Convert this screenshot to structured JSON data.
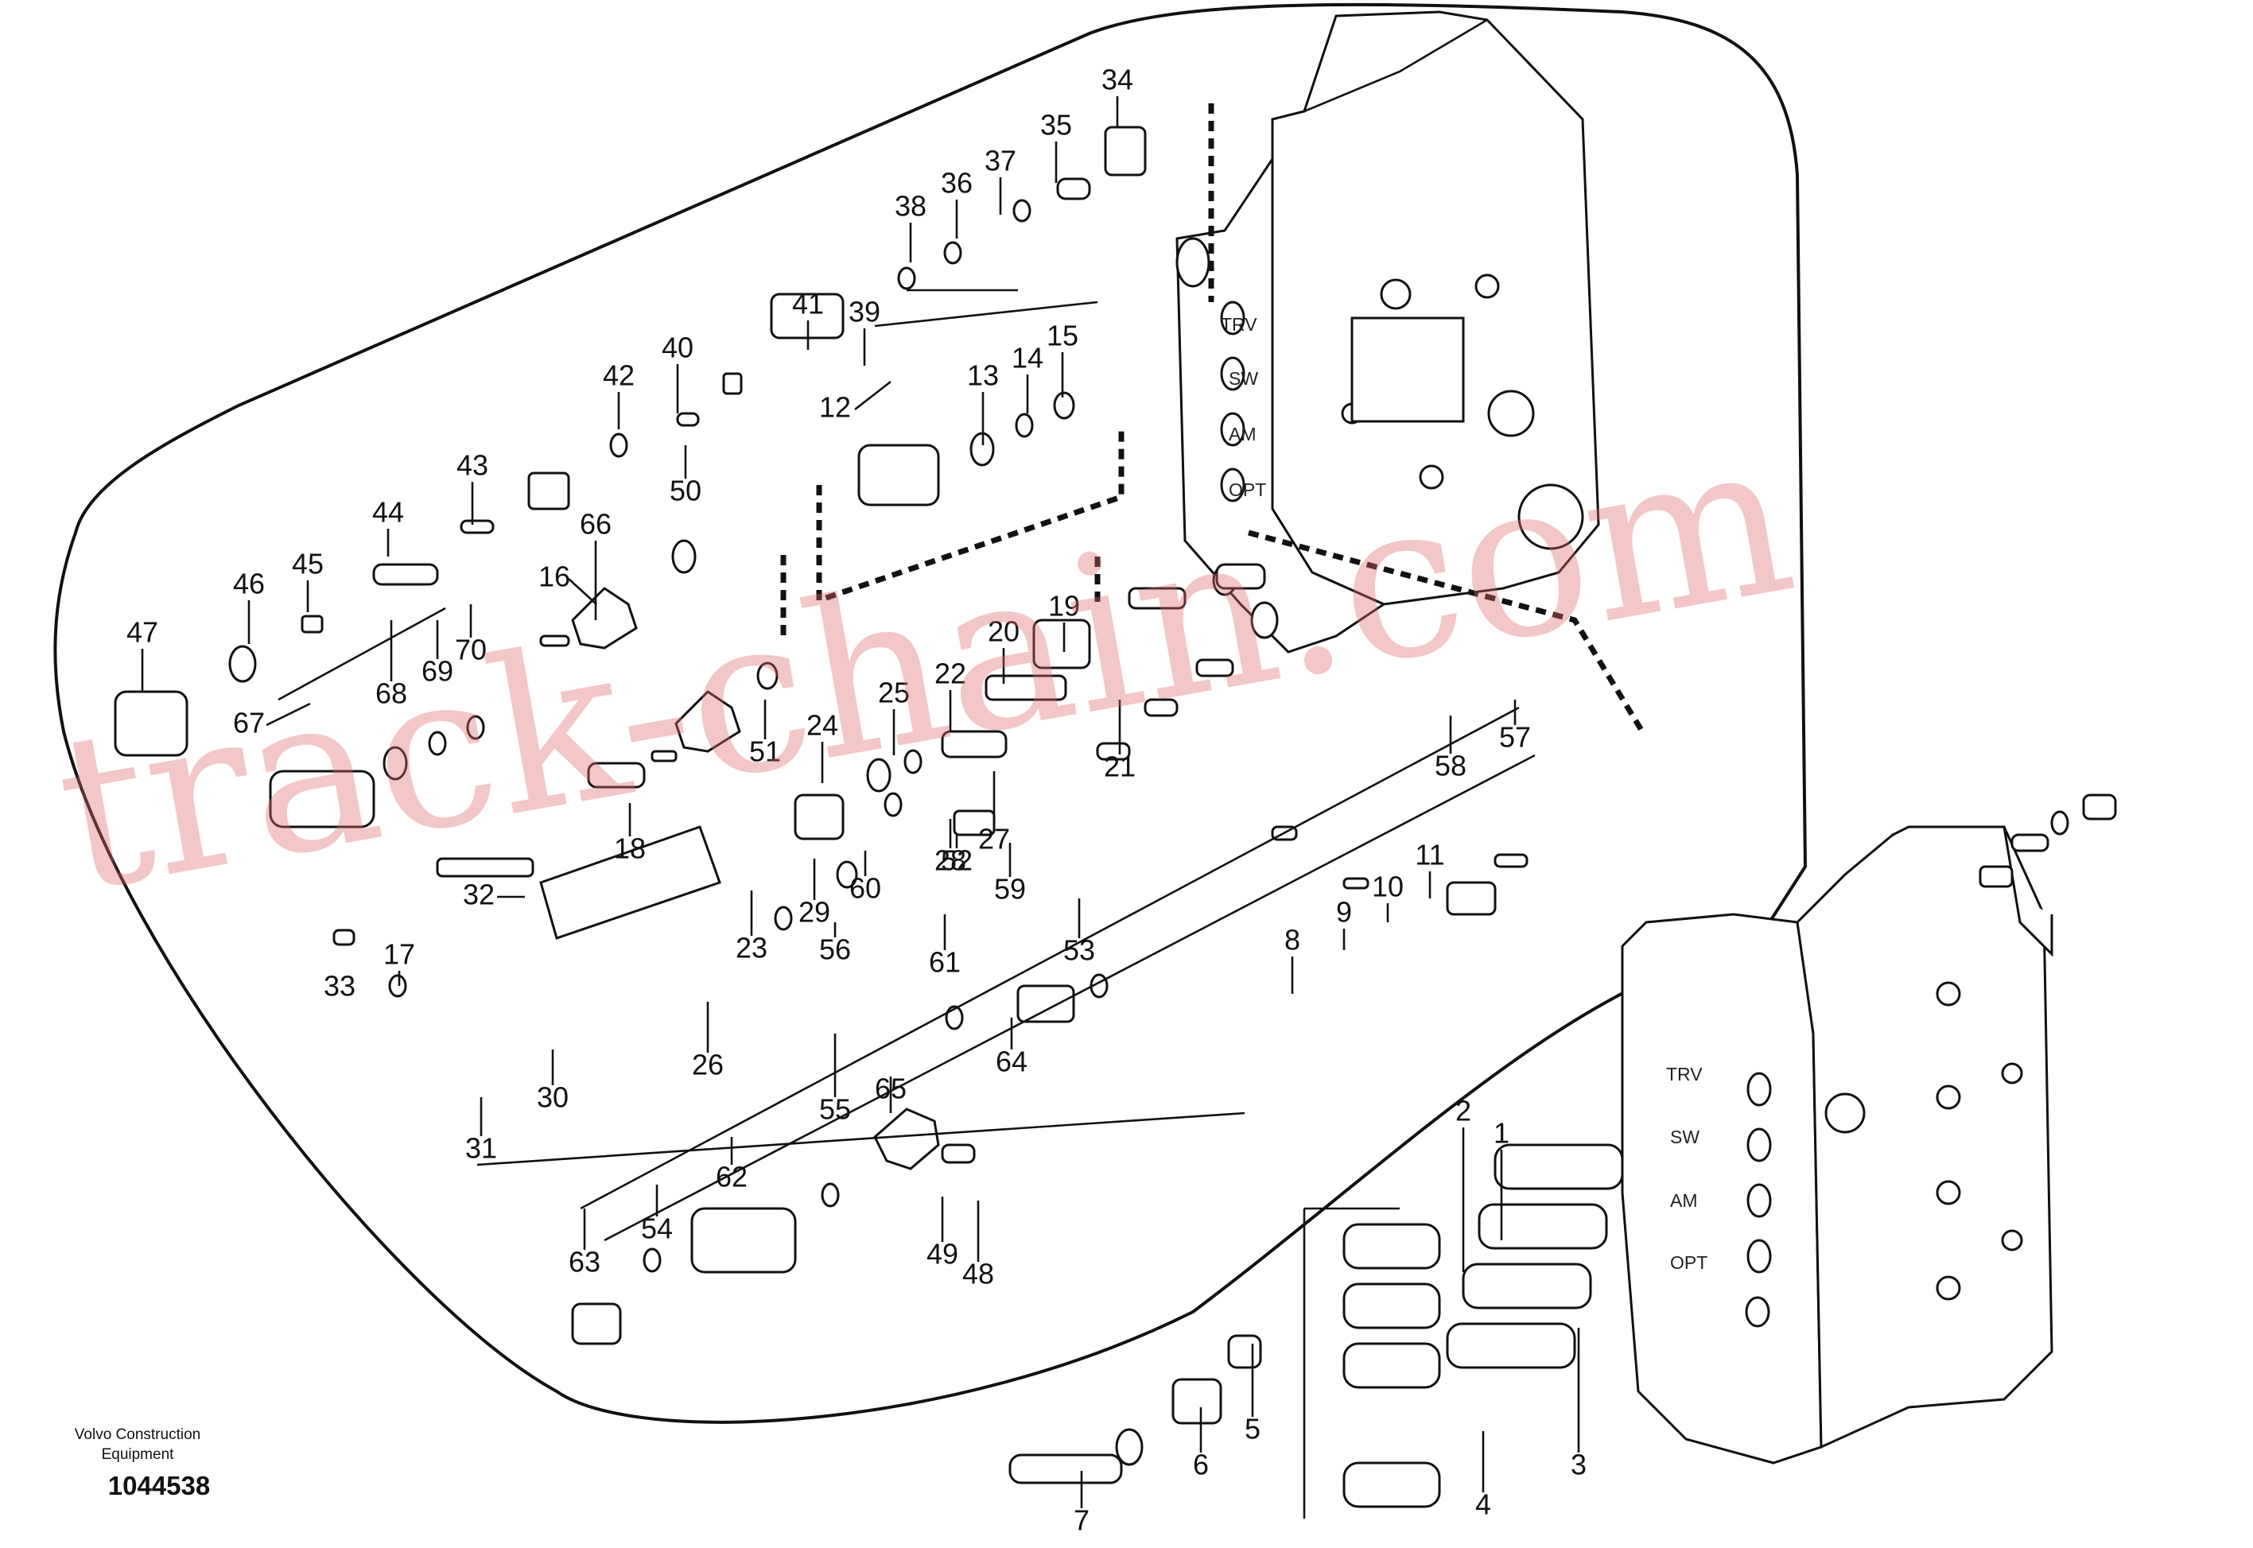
{
  "watermark": "track-chain.com",
  "brand": {
    "line1": "Volvo Construction",
    "line2": "Equipment"
  },
  "document_number": "1044538",
  "port_labels": [
    "TRV",
    "SW",
    "AM",
    "OPT"
  ],
  "callout_labels": [
    "1",
    "2",
    "3",
    "4",
    "5",
    "6",
    "7",
    "8",
    "9",
    "10",
    "11",
    "12",
    "13",
    "14",
    "15",
    "16",
    "17",
    "18",
    "19",
    "20",
    "21",
    "22",
    "23",
    "24",
    "25",
    "26",
    "27",
    "28",
    "29",
    "30",
    "31",
    "32",
    "33",
    "34",
    "35",
    "36",
    "37",
    "38",
    "39",
    "40",
    "41",
    "42",
    "43",
    "44",
    "45",
    "46",
    "47",
    "48",
    "49",
    "50",
    "51",
    "52",
    "53",
    "54",
    "55",
    "56",
    "57",
    "58",
    "59",
    "60",
    "61",
    "62",
    "63",
    "64",
    "65",
    "66",
    "67",
    "68",
    "69",
    "70"
  ]
}
